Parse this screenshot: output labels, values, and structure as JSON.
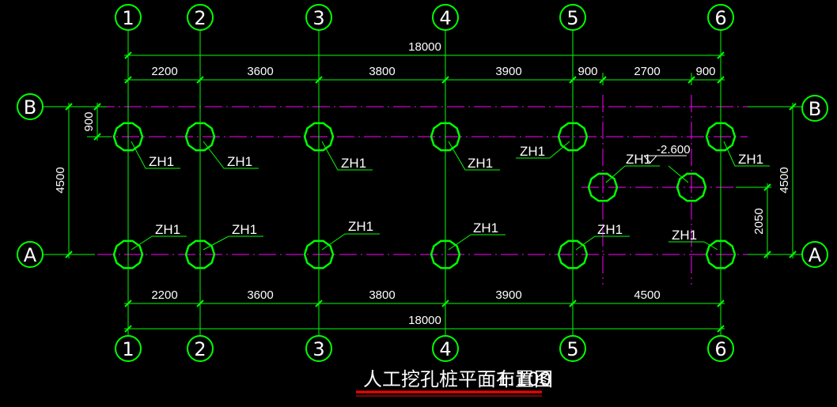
{
  "title": "人工挖孔桩平面布置图",
  "scale": "1:100",
  "pile_label": "ZH1",
  "column_axes": [
    "1",
    "2",
    "3",
    "4",
    "5",
    "6"
  ],
  "row_axes": [
    "B",
    "A"
  ],
  "dims": {
    "top_total": "18000",
    "top_spans": [
      "2200",
      "3600",
      "3800",
      "3900",
      "900",
      "2700",
      "900"
    ],
    "bottom_spans": [
      "2200",
      "3600",
      "3800",
      "3900",
      "4500"
    ],
    "bottom_total": "18000",
    "left_900": "900",
    "left_total": "4500",
    "right_total": "4500",
    "right_2050": "2050"
  },
  "elevation": "-2.600",
  "colors": {
    "grid": "#ff00ff",
    "dimension": "#00ff00",
    "pile": "#00ff00",
    "text": "#ffffff",
    "title_underline": "#ff0000"
  }
}
